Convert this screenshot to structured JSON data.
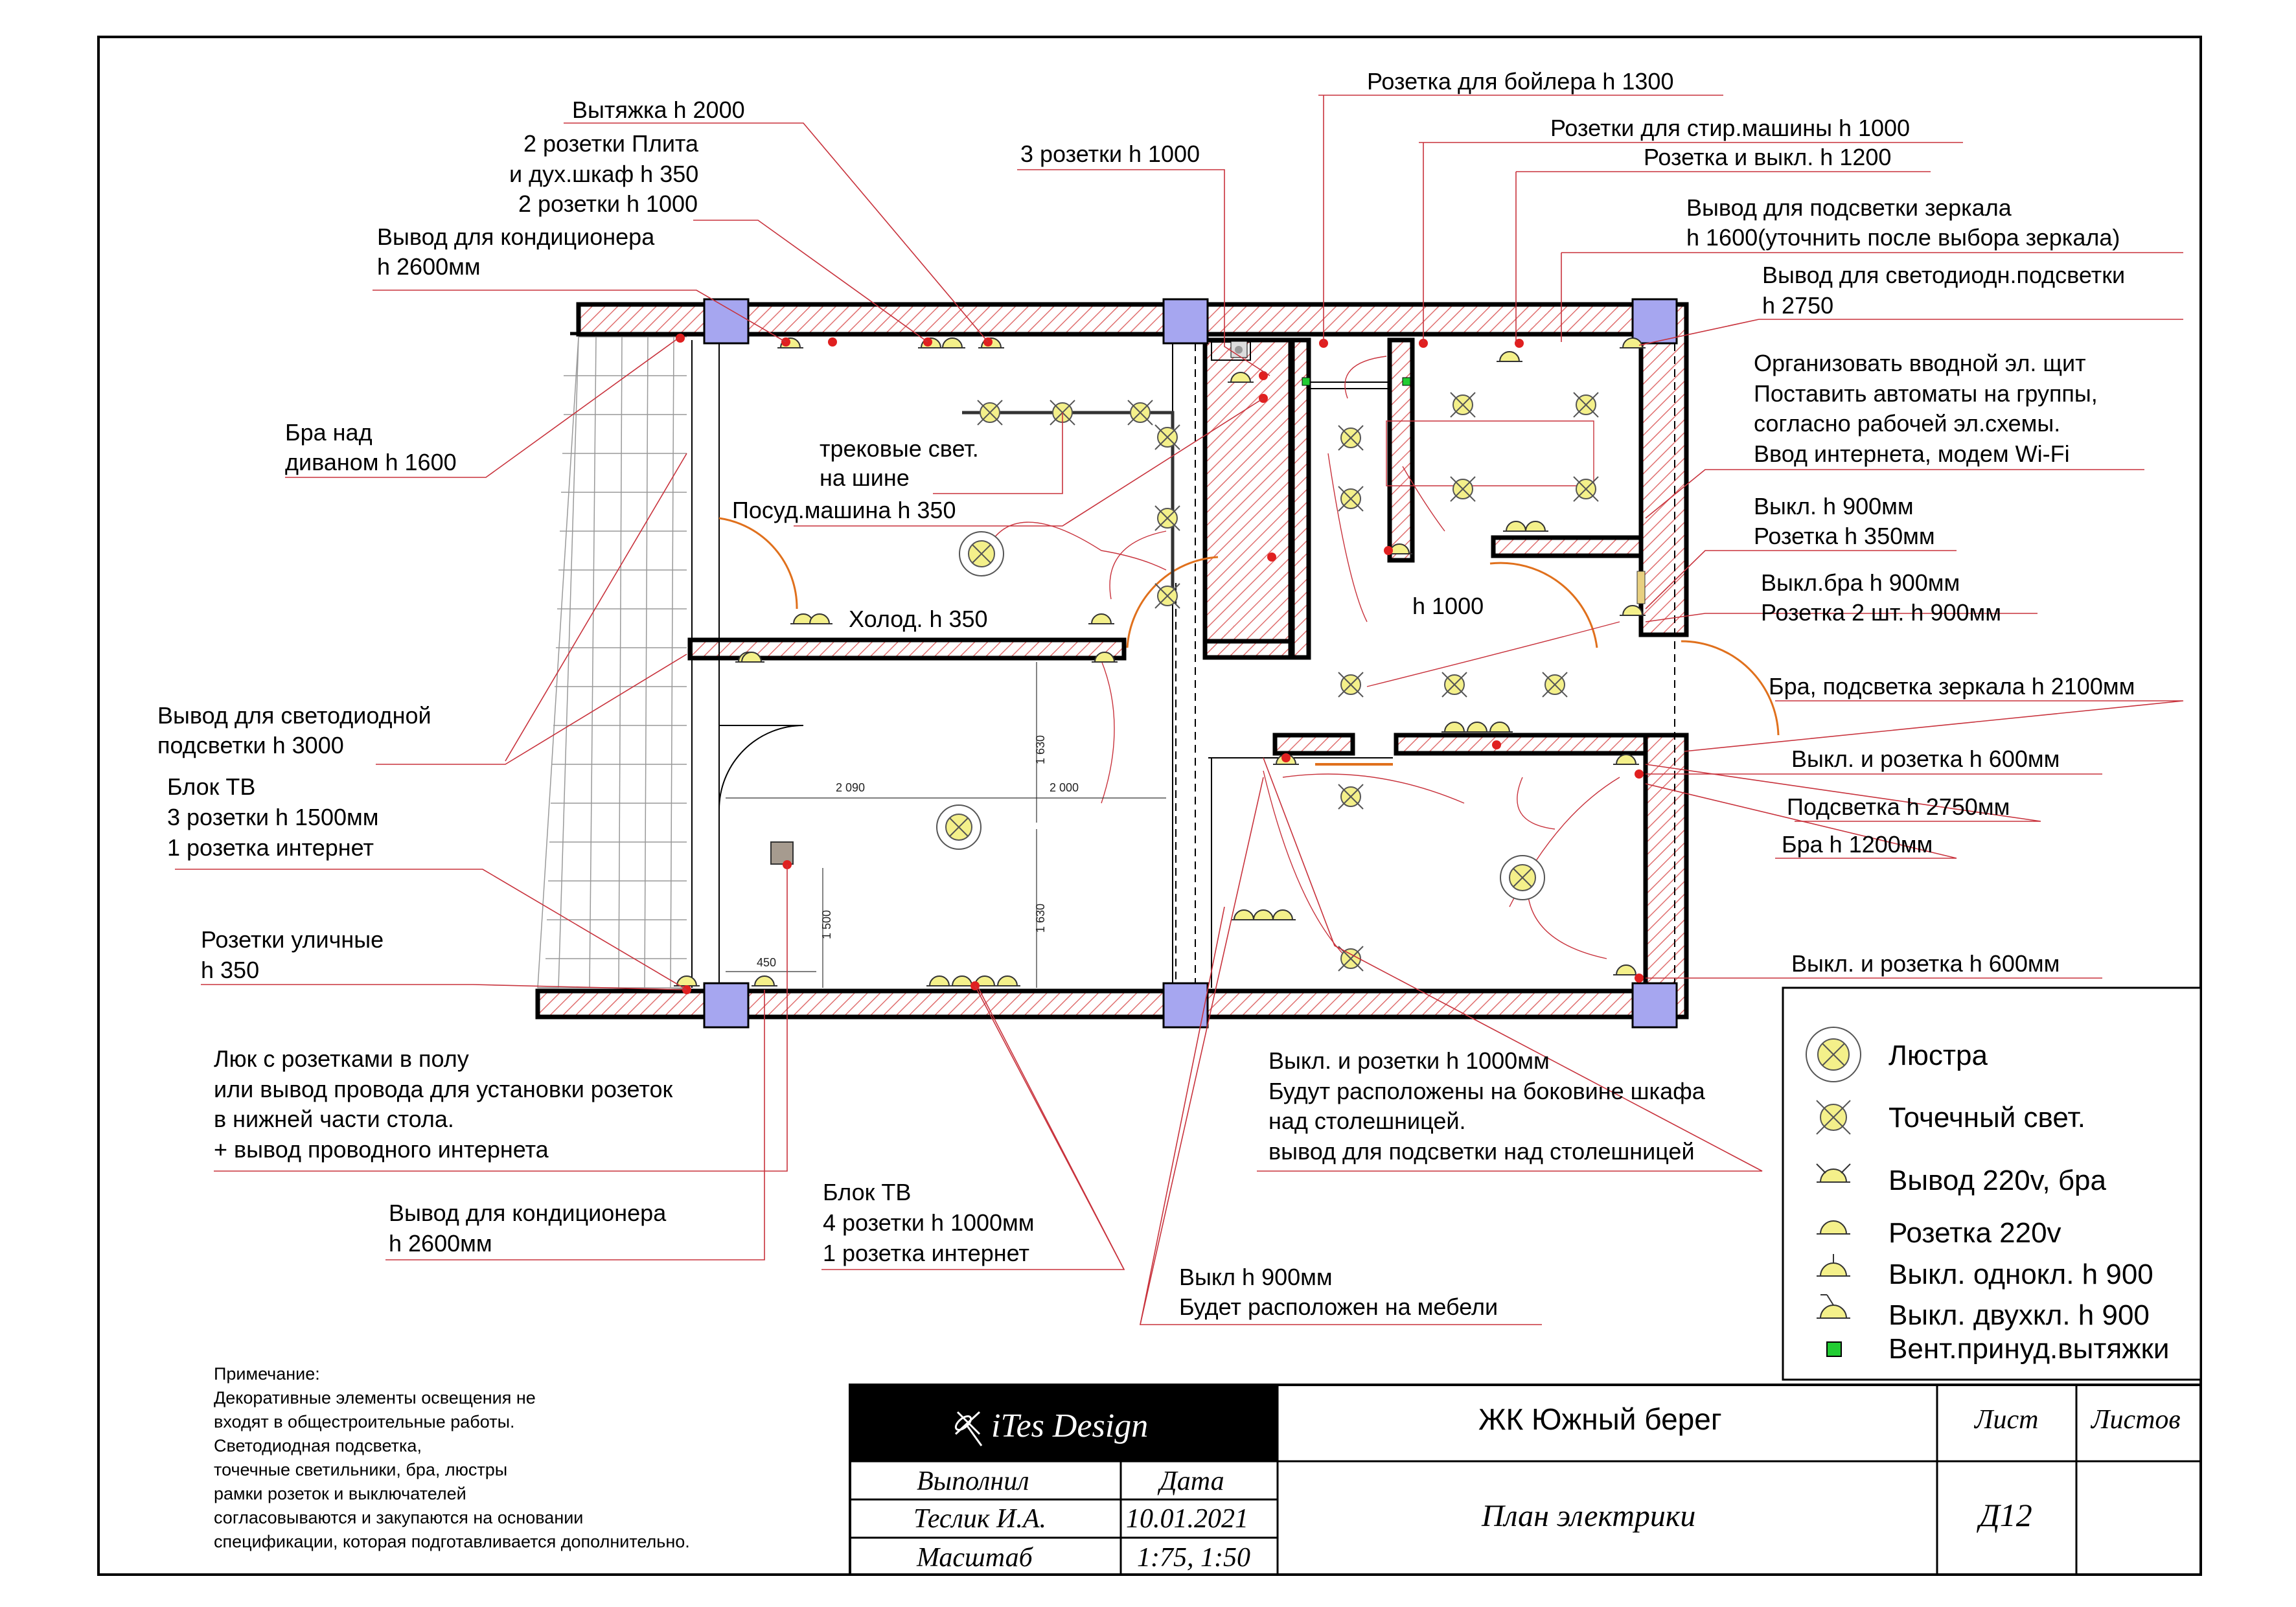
{
  "labels": {
    "vytyazhka": "Вытяжка h 2000",
    "plita1": "2 розетки Плита",
    "plita2": "и дух.шкаф h 350",
    "plita3": "2 розетки h 1000",
    "kond_top1": "Вывод для кондиционера",
    "kond_top2": "h 2600мм",
    "bra_sofa1": "Бра над",
    "bra_sofa2": "диваном h 1600",
    "track1": "трековые свет.",
    "track2": "на шине",
    "posud": "Посуд.машина h 350",
    "holod": "Холод. h 350",
    "three_sockets": "3 розетки h 1000",
    "boiler": "Розетка для бойлера h 1300",
    "stir": "Розетки для стир.машины h 1000",
    "roz_vykl": "Розетка и выкл. h 1200",
    "mirror1": "Вывод для подсветки зеркала",
    "mirror2": "h 1600(уточнить после выбора зеркала)",
    "led1": "Вывод для светодиодн.подсветки",
    "led2": "h 2750",
    "shchit1": "Организовать вводной эл. щит",
    "shchit2": "Поставить автоматы на группы,",
    "shchit3": "согласно рабочей эл.схемы.",
    "shchit4": "Ввод интернета, модем Wi-Fi",
    "vykl900_1": "Выкл. h 900мм",
    "vykl900_2": "Розетка h 350мм",
    "vyklbra1": "Выкл.бра h 900мм",
    "vyklbra2": "Розетка 2 шт. h 900мм",
    "h1000": "h 1000",
    "bra_mirror": "Бра, подсветка зеркала h 2100мм",
    "vykl600a": "Выкл. и розетка h 600мм",
    "podsv2750": "Подсветка h 2750мм",
    "bra1200": "Бра h 1200мм",
    "vykl600b": "Выкл. и розетка h 600мм",
    "led3000_1": "Вывод для светодиодной",
    "led3000_2": "подсветки h 3000",
    "tv1_1": "Блок ТВ",
    "tv1_2": "3 розетки h 1500мм",
    "tv1_3": "1 розетка интернет",
    "street1": "Розетки уличные",
    "street2": "h 350",
    "luk1": "Люк с розетками в полу",
    "luk2": "или вывод провода для установки розеток",
    "luk3": "в нижней части стола.",
    "luk4": "+ вывод проводного интернета",
    "kond_bot1": "Вывод для кондиционера",
    "kond_bot2": "h 2600мм",
    "tv2_1": "Блок ТВ",
    "tv2_2": "4 розетки h 1000мм",
    "tv2_3": "1 розетка интернет",
    "shkaf1": "Выкл. и розетки h 1000мм",
    "shkaf2": "Будут расположены на боковине шкафа",
    "shkaf3": "над столешницей.",
    "shkaf4": "вывод для подсветки над столешницей",
    "mebel1": "Выкл h 900мм",
    "mebel2": "Будет расположен на мебели"
  },
  "dims": {
    "d2090": "2 090",
    "d2000": "2 000",
    "d1630a": "1 630",
    "d1630b": "1 630",
    "d1500": "1 500",
    "d450": "450"
  },
  "legend": [
    {
      "icon": "chandelier-icon",
      "label": "Люстра"
    },
    {
      "icon": "spotlight-icon",
      "label": "Точечный свет."
    },
    {
      "icon": "sconce-outlet-icon",
      "label": "Вывод 220v, бра"
    },
    {
      "icon": "socket-icon",
      "label": "Розетка 220v"
    },
    {
      "icon": "switch-single-icon",
      "label": "Выкл. однокл. h 900"
    },
    {
      "icon": "switch-double-icon",
      "label": "Выкл. двухкл. h 900"
    },
    {
      "icon": "vent-icon",
      "label": "Вент.принуд.вытяжки"
    }
  ],
  "note": [
    "Примечание:",
    "Декоративные элементы освещения не",
    "входят в общестроительные работы.",
    "Светодиодная подсветка,",
    "точечные светильники, бра, люстры",
    "рамки розеток и выключателей",
    "согласовываются и закупаются на основании",
    "спецификации, которая подготавливается дополнительно."
  ],
  "title_block": {
    "logo": "iTes Design",
    "project": "ЖК Южный берег",
    "sheet_label": "Лист",
    "sheets_label": "Листов",
    "done_by_label": "Выполнил",
    "date_label": "Дата",
    "author": "Теслик И.А.",
    "date": "10.01.2021",
    "scale_label": "Масштаб",
    "scale": "1:75, 1:50",
    "drawing_title": "План электрики",
    "sheet_no": "Д12"
  },
  "colors": {
    "leader": "#c8323c",
    "column": "#a6a6f0",
    "hatch": "#e07070",
    "fixture": "#f4f08a",
    "door": "#e0701c",
    "vent": "#22cc33"
  }
}
